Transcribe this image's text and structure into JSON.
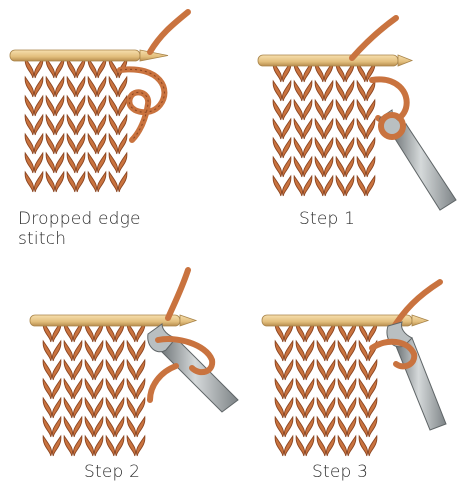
{
  "captions": {
    "dropped_line1": "Dropped edge",
    "dropped_line2": "stitch",
    "step1": "Step 1",
    "step2": "Step 2",
    "step3": "Step 3"
  },
  "colors": {
    "yarn": "#c9733f",
    "yarn_dark": "#8c4520",
    "needle": "#e9c989",
    "needle_edge": "#b08a4b",
    "hook": "#9aa0a3",
    "hook_dark": "#5f6567"
  }
}
